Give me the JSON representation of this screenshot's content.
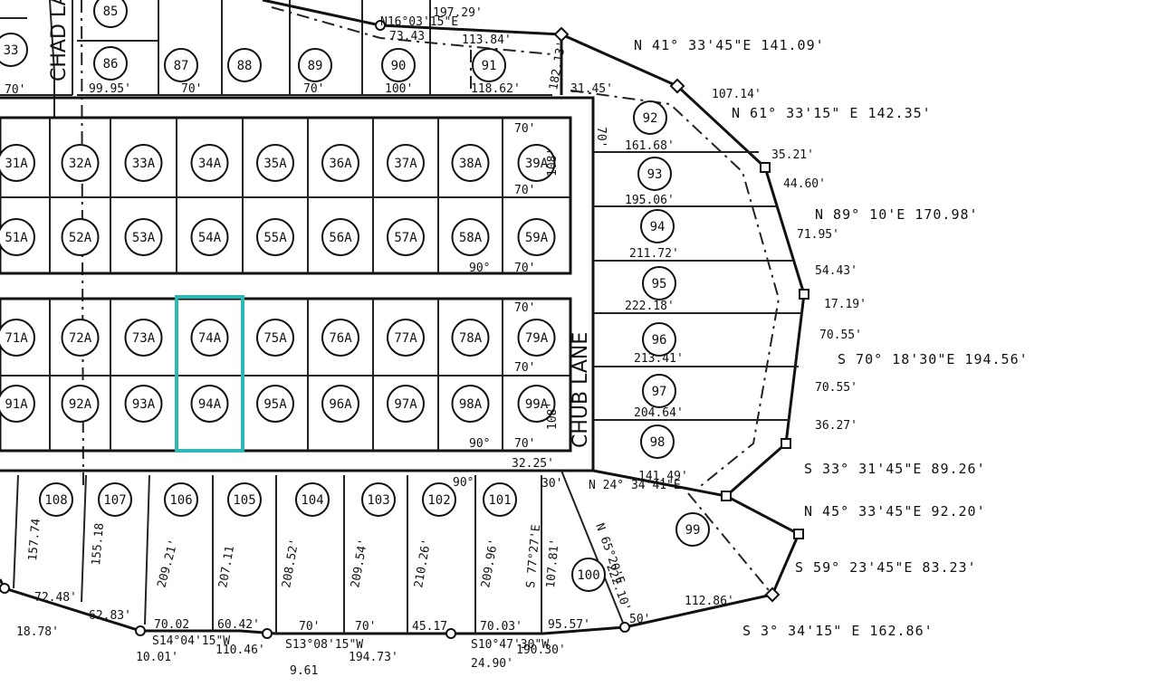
{
  "highlight_color": "#2fb7b5",
  "highlighted_lot": "74A",
  "street_name": "CHUB LANE",
  "street_left_partial": "CHAD LA",
  "top_lots": [
    "33",
    "85",
    "86",
    "87",
    "88",
    "89",
    "90",
    "91"
  ],
  "row1": [
    "31A",
    "32A",
    "33A",
    "34A",
    "35A",
    "36A",
    "37A",
    "38A",
    "39A"
  ],
  "row2": [
    "51A",
    "52A",
    "53A",
    "54A",
    "55A",
    "56A",
    "57A",
    "58A",
    "59A"
  ],
  "row3": [
    "71A",
    "72A",
    "73A",
    "74A",
    "75A",
    "76A",
    "77A",
    "78A",
    "79A"
  ],
  "row4": [
    "91A",
    "92A",
    "93A",
    "94A",
    "95A",
    "96A",
    "97A",
    "98A",
    "99A"
  ],
  "right_lots": [
    "92",
    "93",
    "94",
    "95",
    "96",
    "97",
    "98",
    "99"
  ],
  "bottom_lots": [
    "108",
    "107",
    "106",
    "105",
    "104",
    "103",
    "102",
    "101",
    "100"
  ],
  "bearings": [
    "N 41° 33'45\"E  141.09'",
    "N 61° 33'15\" E  142.35'",
    "N 89° 10'E  170.98'",
    "S 70° 18'30\"E  194.56'",
    "S 33° 31'45\"E  89.26'",
    "N 45° 33'45\"E  92.20'",
    "S 59° 23'45\"E  83.23'",
    "S 3° 34'15\" E  162.86'"
  ],
  "right_dims": [
    "107.14'",
    "35.21'",
    "44.60'",
    "71.95'",
    "54.43'",
    "17.19'",
    "70.55'",
    "70.55'",
    "36.27'"
  ],
  "interior_dims": [
    "161.68'",
    "195.06'",
    "211.72'",
    "222.18'",
    "213.41'",
    "204.64'"
  ],
  "top_dims": [
    "197.29'",
    "N16°03'15\"E",
    "73.43",
    "113.84'",
    "99.95'",
    "70'",
    "70'",
    "100'",
    "118.62'",
    "31.45'",
    "70'"
  ],
  "row_dims": [
    "70'",
    "108'",
    "70'",
    "70'",
    "90°",
    "70'",
    "70'",
    "108'",
    "70'",
    "90°",
    "70'",
    "32.25'",
    "141.49'",
    "N 24° 34'41\"E",
    "112.86'"
  ],
  "bottom_dims": [
    "70.02",
    "60.42'",
    "70'",
    "70'",
    "45.17",
    "70.03'",
    "95.57'",
    "50'",
    "S14°04'15\"W",
    "110.46'",
    "S13°08'15\"W",
    "194.73'",
    "S10°47'30\"W",
    "190.30'",
    "9.61",
    "24.90'",
    "10.01'",
    "18.78'",
    "72.48'",
    "62.83'",
    "209.21'",
    "207.11",
    "208.52'",
    "209.54'",
    "210.26'",
    "209.96'",
    "S 77°27'E",
    "107.81'",
    "222.10'",
    "N 65°20'E",
    "30'",
    "90°",
    "157.74",
    "155.18",
    "182.13'"
  ]
}
